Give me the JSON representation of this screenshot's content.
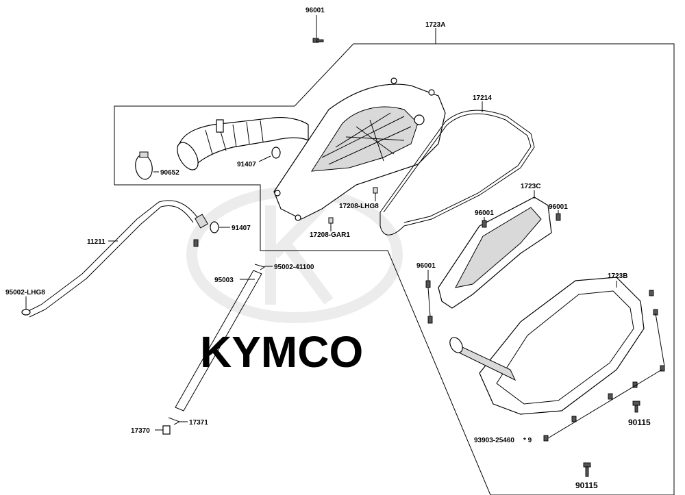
{
  "watermark": {
    "brand": "KYMCO"
  },
  "callouts": {
    "c96001_top": "96001",
    "c1723A": "1723A",
    "c17214": "17214",
    "c90652": "90652",
    "c91407_a": "91407",
    "c17208_lhg8": "17208-LHG8",
    "c17208_gar1": "17208-GAR1",
    "c1723C": "1723C",
    "c96001_l": "96001",
    "c96001_r": "96001",
    "c11211": "11211",
    "c91407_b": "91407",
    "c95002_41100": "95002-41100",
    "c95003": "95003",
    "c96001_mid": "96001",
    "c95002_lhg8": "95002-LHG8",
    "c1723B": "1723B",
    "c90115_a": "90115",
    "c17370": "17370",
    "c17371": "17371",
    "c93903": "93903-25460",
    "c_qty": "* 9",
    "c90115_b": "90115"
  },
  "colors": {
    "ink": "#000000",
    "watermark": "#ececec",
    "fill": "#ffffff"
  }
}
